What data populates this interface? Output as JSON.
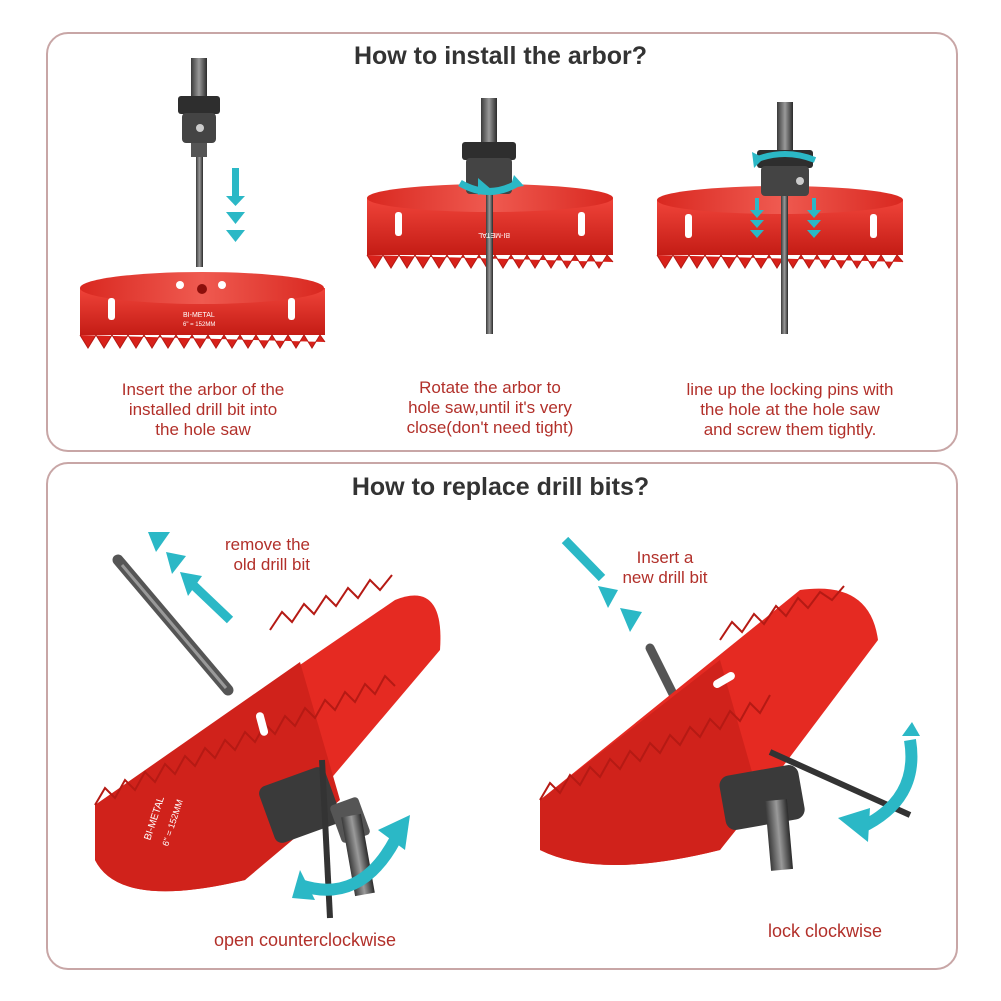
{
  "colors": {
    "saw_red": "#e52a22",
    "saw_dark": "#a8140f",
    "arrow_cyan": "#2bb8c6",
    "caption_red": "#b2302a",
    "panel_border": "#c8a6a6",
    "title_text": "#333333"
  },
  "install": {
    "title": "How to install the arbor?",
    "steps": [
      {
        "lines": [
          "Insert the arbor of the",
          "installed drill bit into",
          "the hole saw"
        ]
      },
      {
        "lines": [
          "Rotate the arbor to",
          "hole saw,until it's very",
          "close(don't need tight)"
        ]
      },
      {
        "lines": [
          "line up the locking pins with",
          "the hole at the hole saw",
          "and screw them tightly."
        ]
      }
    ]
  },
  "replace": {
    "title": "How to replace drill bits?",
    "remove_label": [
      "remove the",
      "old drill bit"
    ],
    "insert_label": [
      "Insert a",
      "new drill bit"
    ],
    "open_label": "open counterclockwise",
    "lock_label": "lock clockwise"
  },
  "saw_marking": {
    "line1": "BI-METAL",
    "line2": "6\" = 152MM"
  },
  "icons": [
    "down-arrow-icon",
    "rotate-arrow-icon",
    "up-left-arrow-icon",
    "down-right-arrow-icon",
    "curved-arrow-icon"
  ]
}
